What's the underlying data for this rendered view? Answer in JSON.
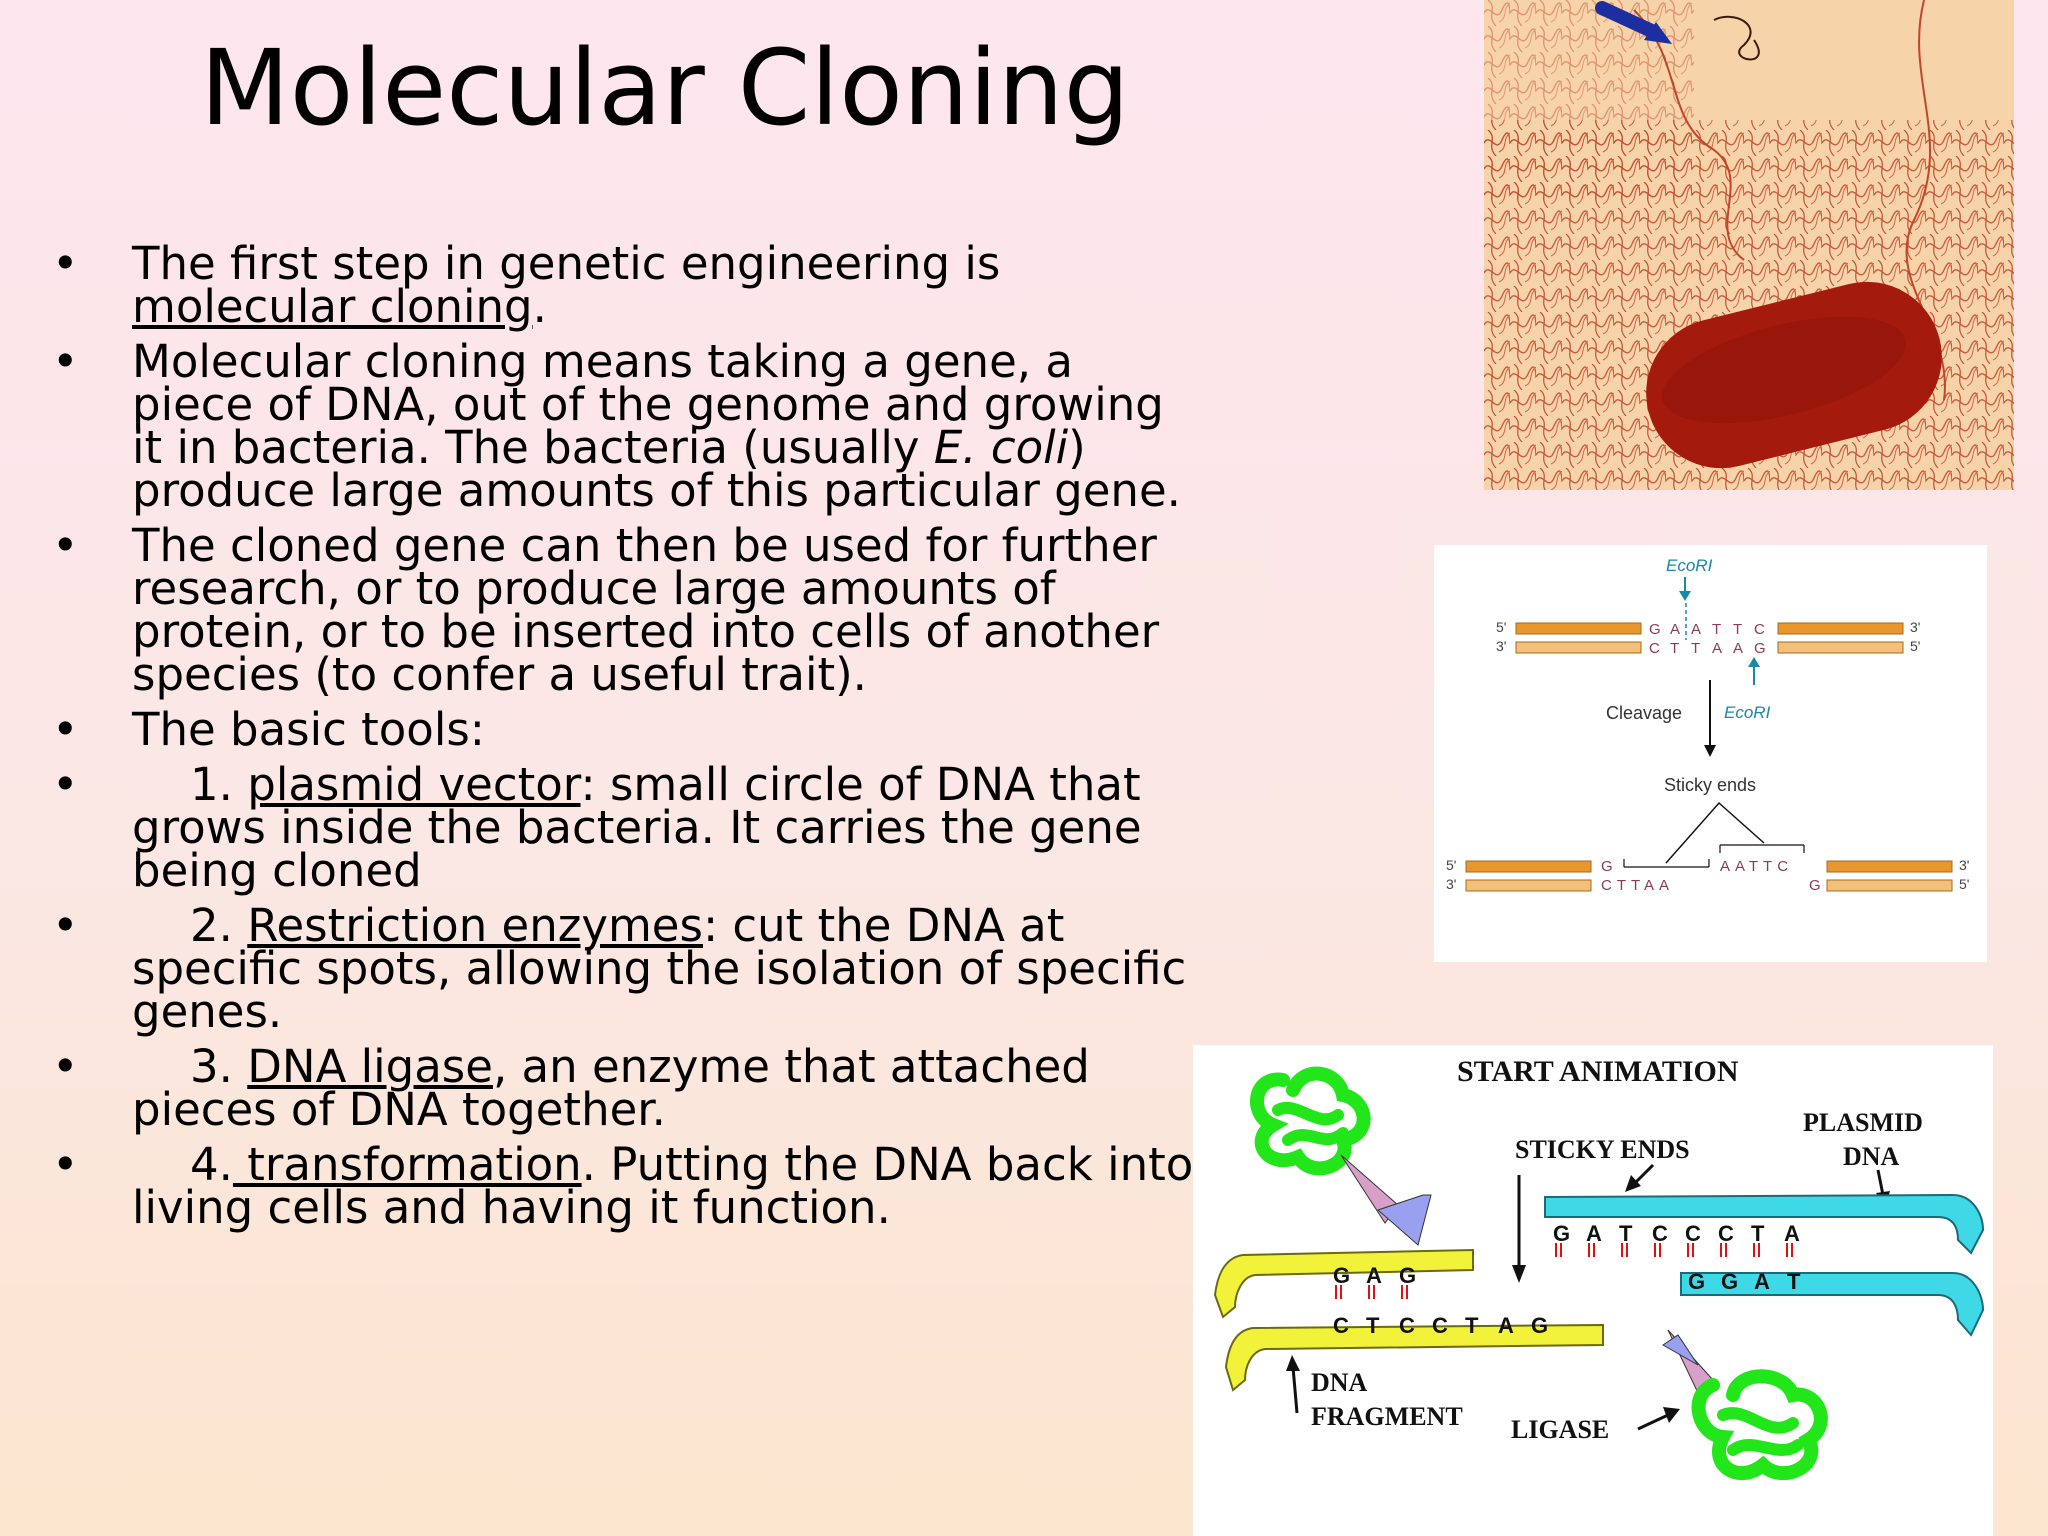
{
  "slide": {
    "title": "Molecular Cloning",
    "bullets": [
      {
        "parts": [
          {
            "t": "The first step in genetic engineering is "
          },
          {
            "t": "molecular cloning",
            "u": true
          },
          {
            "t": "."
          }
        ]
      },
      {
        "parts": [
          {
            "t": "Molecular cloning means taking a gene, a piece of DNA, out of the genome and growing it in bacteria.  The bacteria (usually "
          },
          {
            "t": "E. coli",
            "i": true
          },
          {
            "t": ") produce large amounts of this particular gene."
          }
        ]
      },
      {
        "parts": [
          {
            "t": "The cloned gene can then be used for further research, or to produce large amounts of protein, or  to be inserted into cells of another species (to confer a useful trait)."
          }
        ]
      },
      {
        "parts": [
          {
            "t": "The basic tools:"
          }
        ]
      },
      {
        "indent": true,
        "parts": [
          {
            "t": "1. "
          },
          {
            "t": "plasmid vector",
            "u": true
          },
          {
            "t": ": small circle of DNA that grows inside the bacteria.  It carries the gene being cloned"
          }
        ]
      },
      {
        "indent": true,
        "parts": [
          {
            "t": "2. "
          },
          {
            "t": "Restriction enzymes",
            "u": true
          },
          {
            "t": ": cut the DNA at specific spots, allowing the isolation of specific genes."
          }
        ]
      },
      {
        "indent": true,
        "parts": [
          {
            "t": "3. "
          },
          {
            "t": "DNA ligase",
            "u": true
          },
          {
            "t": ", an enzyme that attached pieces of DNA together."
          }
        ]
      },
      {
        "indent": true,
        "parts": [
          {
            "t": "4."
          },
          {
            "t": " transformation",
            "u": true
          },
          {
            "t": ".  Putting the DNA back into living cells and having it function."
          }
        ]
      }
    ]
  },
  "ecori_figure": {
    "enzyme_top": "EcoRI",
    "enzyme_bottom": "EcoRI",
    "five_prime": "5'",
    "three_prime": "3'",
    "top_seq": [
      "G",
      "A",
      "A",
      "T",
      "T",
      "C"
    ],
    "bottom_seq": [
      "C",
      "T",
      "T",
      "A",
      "A",
      "G"
    ],
    "cleavage": "Cleavage",
    "sticky_ends": "Sticky ends",
    "left_top": "G",
    "left_bottom": "CTTAA",
    "right_top": "AATTC",
    "right_bottom": "G"
  },
  "animation_figure": {
    "start_animation": "START ANIMATION",
    "plasmid_dna_1": "PLASMID",
    "plasmid_dna_2": "DNA",
    "sticky_ends": "STICKY ENDS",
    "dna_fragment_1": "DNA",
    "dna_fragment_2": "FRAGMENT",
    "ligase": "LIGASE",
    "plasmid_top_seq": [
      "G",
      "A",
      "T",
      "C",
      "C",
      "C",
      "T",
      "A"
    ],
    "plasmid_bottom_seq": [
      "G",
      "G",
      "A",
      "T"
    ],
    "fragment_top_seq": [
      "G",
      "A",
      "G"
    ],
    "fragment_bottom_seq": [
      "C",
      "T",
      "C",
      "C",
      "T",
      "A",
      "G"
    ]
  },
  "colors": {
    "orange": "#e8962e",
    "light_orange": "#f2c07a",
    "cyan": "#3fd8e6",
    "yellow": "#f2f23a",
    "green": "#22e61a",
    "ecoli": "#a41a0c"
  }
}
